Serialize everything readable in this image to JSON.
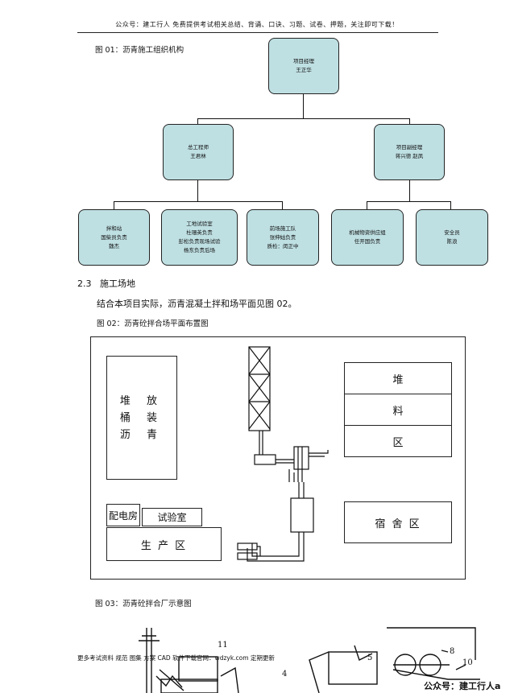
{
  "header": {
    "banner": "公众号：建工行人 免费提供考试相关总结、背诵、口诀、习题、试卷、押题，关注即可下载！"
  },
  "fig01": {
    "caption": "图 01：沥青施工组织机构",
    "top": {
      "line1": "项目经理",
      "line2": "王正华"
    },
    "left": {
      "line1": "总工程师",
      "line2": "王君林"
    },
    "right": {
      "line1": "项目副经理",
      "line2": "蒋兴德  赵凤"
    },
    "leaves": [
      {
        "lines": [
          "拌和站",
          "国柴员负责",
          "魏杰"
        ]
      },
      {
        "lines": [
          "工地试验室",
          "杜珊英负责",
          "彭松负责现场试验",
          "杨东负责后场"
        ]
      },
      {
        "lines": [
          "前场施工队",
          "张伸姑负责",
          "质检：闵正中"
        ]
      },
      {
        "lines": [
          "机械物资供应组",
          "任开国负责"
        ]
      },
      {
        "lines": [
          "安全员",
          "陈浪"
        ]
      }
    ]
  },
  "section": {
    "number": "2.3",
    "title": "施工场地",
    "paragraph": "结合本项目实际，沥青混凝土拌和场平面见图 02。"
  },
  "fig02": {
    "caption": "图 02：沥青砼拌合场平面布置图",
    "storage_left": [
      "堆 放",
      "桶 装",
      "沥 青"
    ],
    "stock_right": [
      "堆",
      "料",
      "区"
    ],
    "power_room": "配电房",
    "lab": "试验室",
    "production": "生 产 区",
    "dorm": "宿 舍 区"
  },
  "fig03": {
    "caption": "图 03：沥青砼拌合厂示意图",
    "labels": [
      "11",
      "5",
      "8",
      "4",
      "10"
    ]
  },
  "footer": {
    "text": "更多考试资料 规范 图集 方案 CAD 软件下载官网：wdzyk.com 定期更新",
    "corner": "公众号：建工行人a"
  }
}
